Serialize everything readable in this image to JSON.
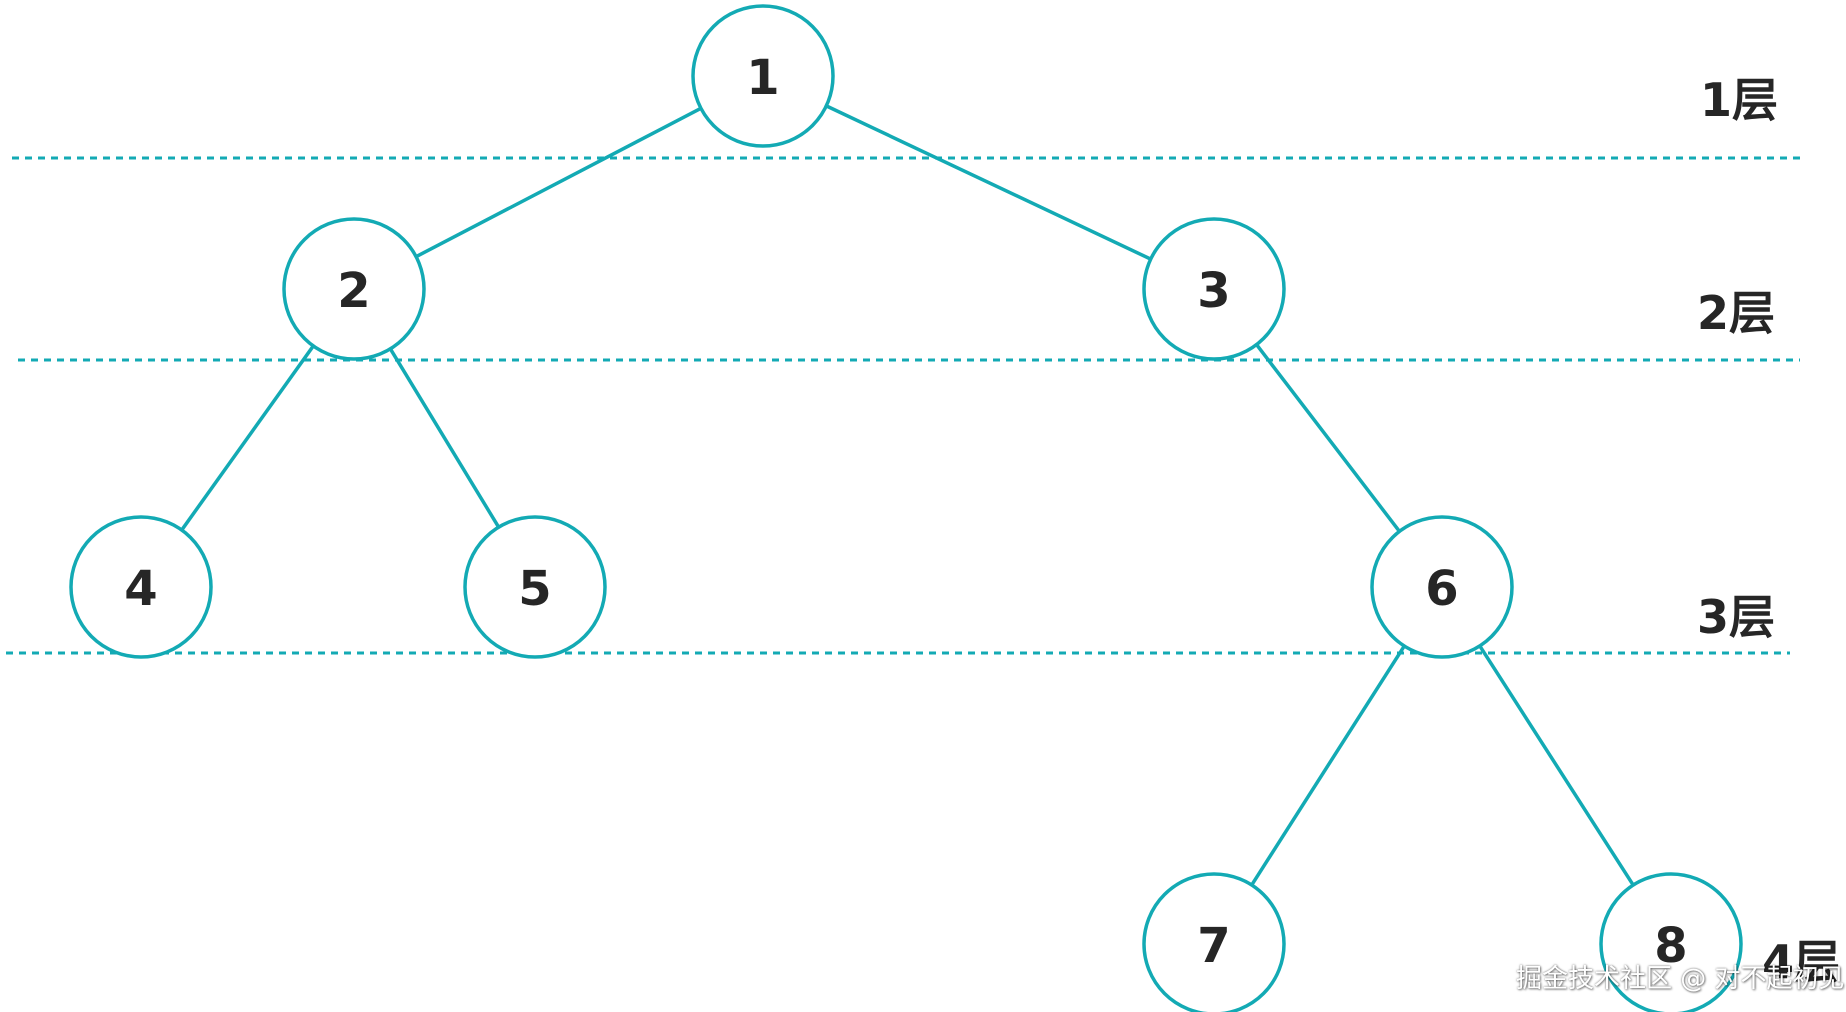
{
  "colors": {
    "accent": "#13aab4",
    "text": "#262626",
    "background": "#ffffff"
  },
  "tree": {
    "nodes": [
      {
        "id": "n1",
        "label": "1"
      },
      {
        "id": "n2",
        "label": "2"
      },
      {
        "id": "n3",
        "label": "3"
      },
      {
        "id": "n4",
        "label": "4"
      },
      {
        "id": "n5",
        "label": "5"
      },
      {
        "id": "n6",
        "label": "6"
      },
      {
        "id": "n7",
        "label": "7"
      },
      {
        "id": "n8",
        "label": "8"
      }
    ],
    "edges": [
      {
        "from": "n1",
        "to": "n2"
      },
      {
        "from": "n1",
        "to": "n3"
      },
      {
        "from": "n2",
        "to": "n4"
      },
      {
        "from": "n2",
        "to": "n5"
      },
      {
        "from": "n3",
        "to": "n6"
      },
      {
        "from": "n6",
        "to": "n7"
      },
      {
        "from": "n6",
        "to": "n8"
      }
    ]
  },
  "levels": {
    "level_1": "1层",
    "level_2": "2层",
    "level_3": "3层",
    "level_4": "4层"
  },
  "watermark": "掘金技术社区 @ 对不起初见"
}
